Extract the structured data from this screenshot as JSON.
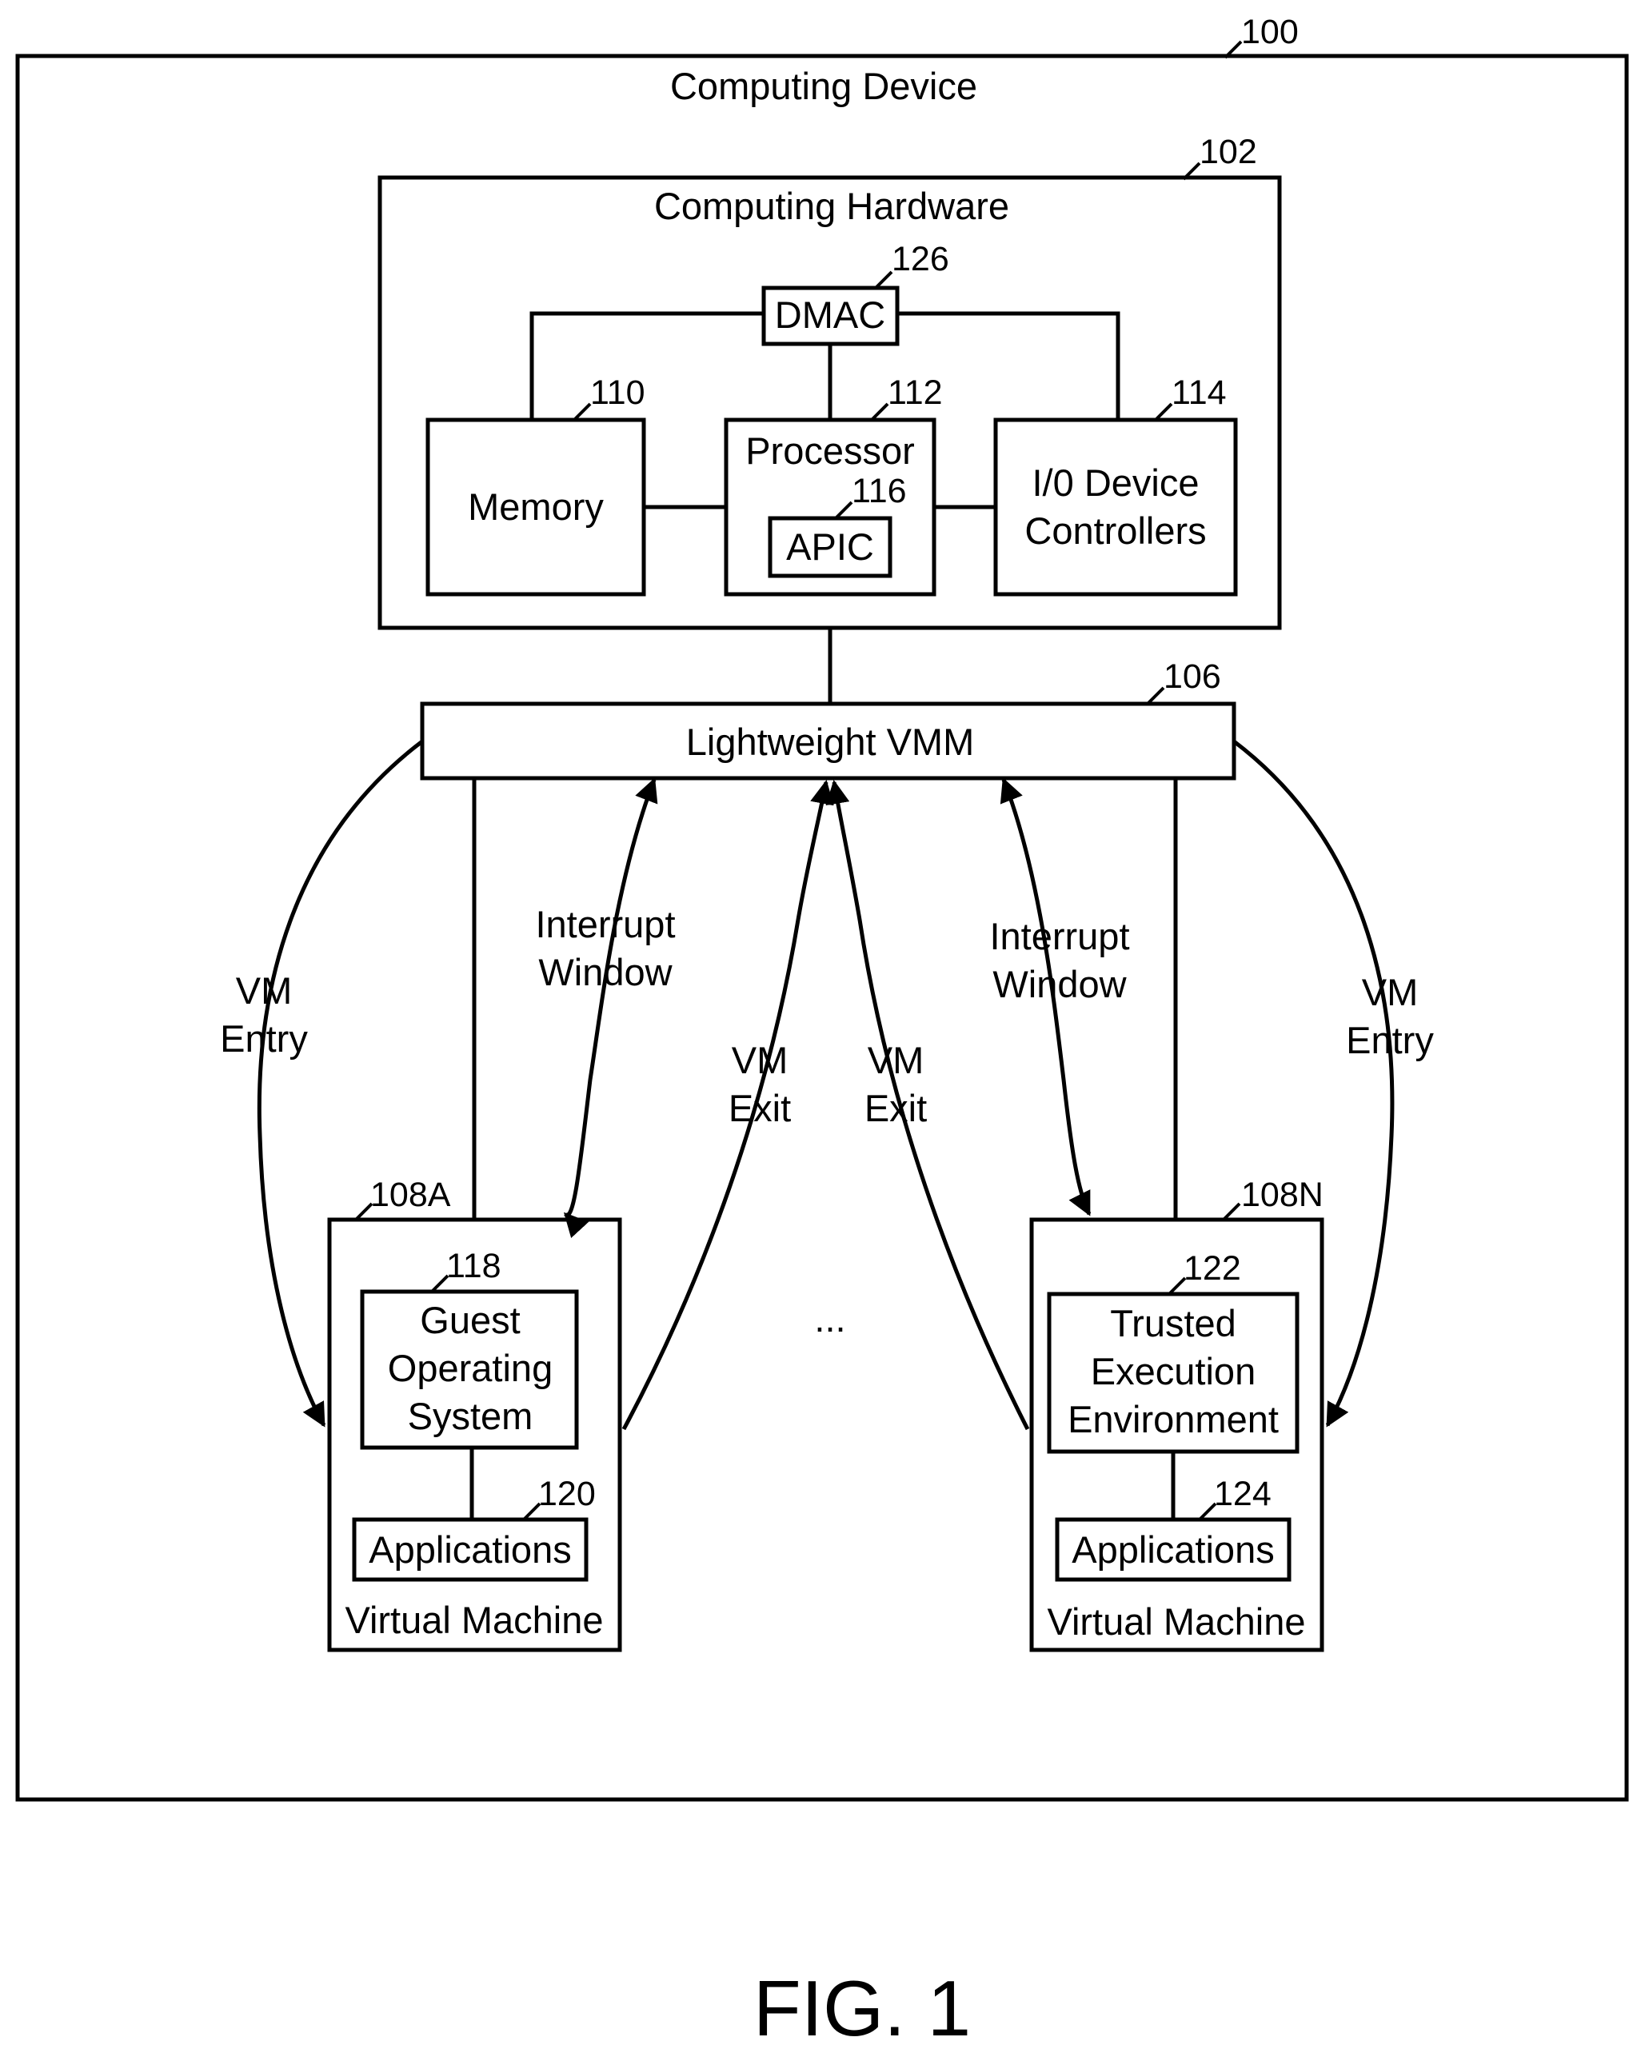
{
  "figure_label": "FIG. 1",
  "computing_device": {
    "ref": "100",
    "label": "Computing Device"
  },
  "computing_hardware": {
    "ref": "102",
    "label": "Computing Hardware"
  },
  "dmac": {
    "ref": "126",
    "label": "DMAC"
  },
  "memory": {
    "ref": "110",
    "label": "Memory"
  },
  "processor": {
    "ref": "112",
    "label": "Processor"
  },
  "apic": {
    "ref": "116",
    "label": "APIC"
  },
  "io_controllers": {
    "ref": "114",
    "label_line1": "I/0 Device",
    "label_line2": "Controllers"
  },
  "vmm": {
    "ref": "106",
    "label": "Lightweight VMM"
  },
  "vm_a": {
    "ref": "108A",
    "label": "Virtual Machine",
    "guest_os": {
      "ref": "118",
      "line1": "Guest",
      "line2": "Operating",
      "line3": "System"
    },
    "applications": {
      "ref": "120",
      "label": "Applications"
    }
  },
  "vm_n": {
    "ref": "108N",
    "label": "Virtual Machine",
    "tee": {
      "ref": "122",
      "line1": "Trusted",
      "line2": "Execution",
      "line3": "Environment"
    },
    "applications": {
      "ref": "124",
      "label": "Applications"
    }
  },
  "ellipsis": "...",
  "arrows": {
    "vm_entry_line1": "VM",
    "vm_entry_line2": "Entry",
    "vm_exit_line1": "VM",
    "vm_exit_line2": "Exit",
    "interrupt_line1": "Interrupt",
    "interrupt_line2": "Window"
  }
}
